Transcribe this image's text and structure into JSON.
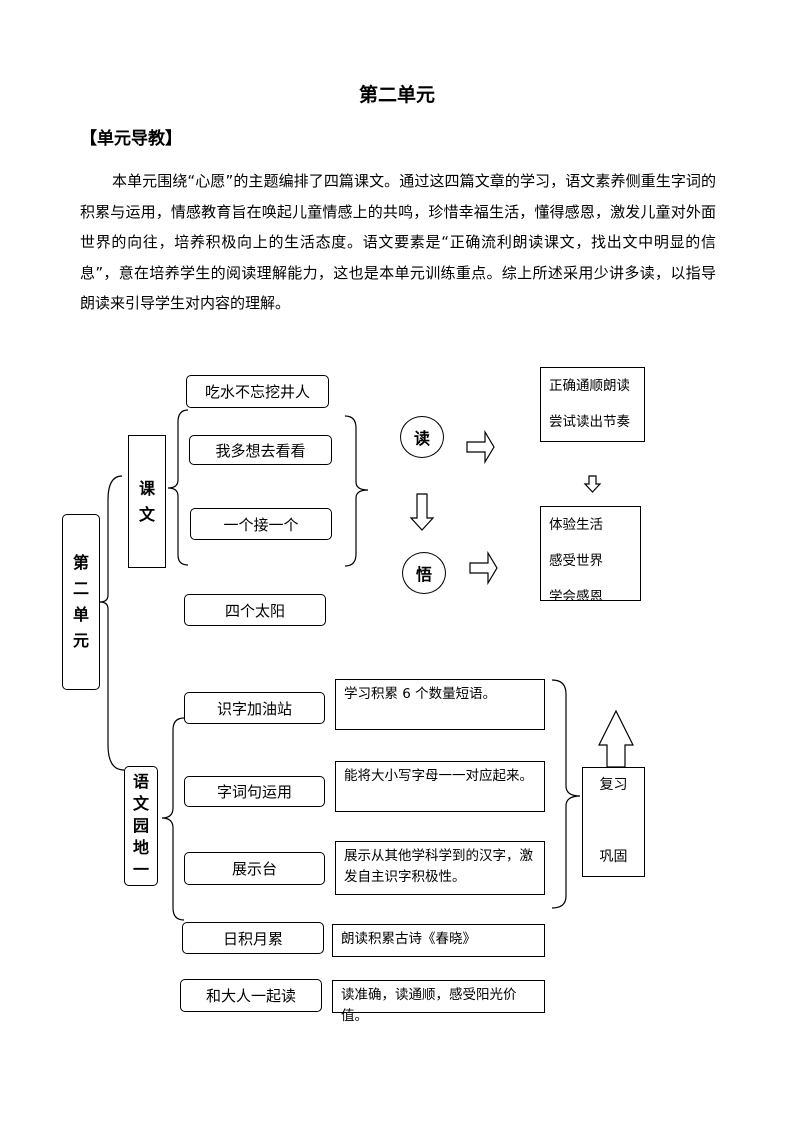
{
  "page": {
    "title": "第二单元",
    "section_heading": "【单元导教】",
    "intro": "本单元围绕“心愿”的主题编排了四篇课文。通过这四篇文章的学习，语文素养侧重生字词的积累与运用，情感教育旨在唤起儿童情感上的共鸣，珍惜幸福生活，懂得感恩，激发儿童对外面世界的向往，培养积极向上的生活态度。语文要素是“正确流利朗读课文，找出文中明显的信息”，意在培养学生的阅读理解能力，这也是本单元训练重点。综上所述采用少讲多读，以指导朗读来引导学生对内容的理解。"
  },
  "diagram": {
    "root": [
      "第",
      "二",
      "单",
      "元"
    ],
    "lessons_group": [
      "课",
      "文"
    ],
    "lessons": [
      "吃水不忘挖井人",
      "我多想去看看",
      "一个接一个",
      "四个太阳"
    ],
    "read_circle": "读",
    "realize_circle": "悟",
    "read_goals": [
      "正确通顺朗读",
      "尝试读出节奏"
    ],
    "realize_goals": [
      "体验生活",
      "感受世界",
      "学会感恩"
    ],
    "garden_group": [
      "语",
      "文",
      "园",
      "地",
      "一"
    ],
    "garden_items": [
      {
        "label": "识字加油站",
        "note": "学习积累 6 个数量短语。"
      },
      {
        "label": "字词句运用",
        "note": "能将大小写字母一一对应起来。"
      },
      {
        "label": "展示台",
        "note": "展示从其他学科学到的汉字，激发自主识字积极性。"
      },
      {
        "label": "日积月累",
        "note": "朗读积累古诗《春晓》"
      },
      {
        "label": "和大人一起读",
        "note": "读准确，读通顺，感受阳光价值。"
      }
    ],
    "review": [
      "复习",
      "巩固"
    ]
  }
}
